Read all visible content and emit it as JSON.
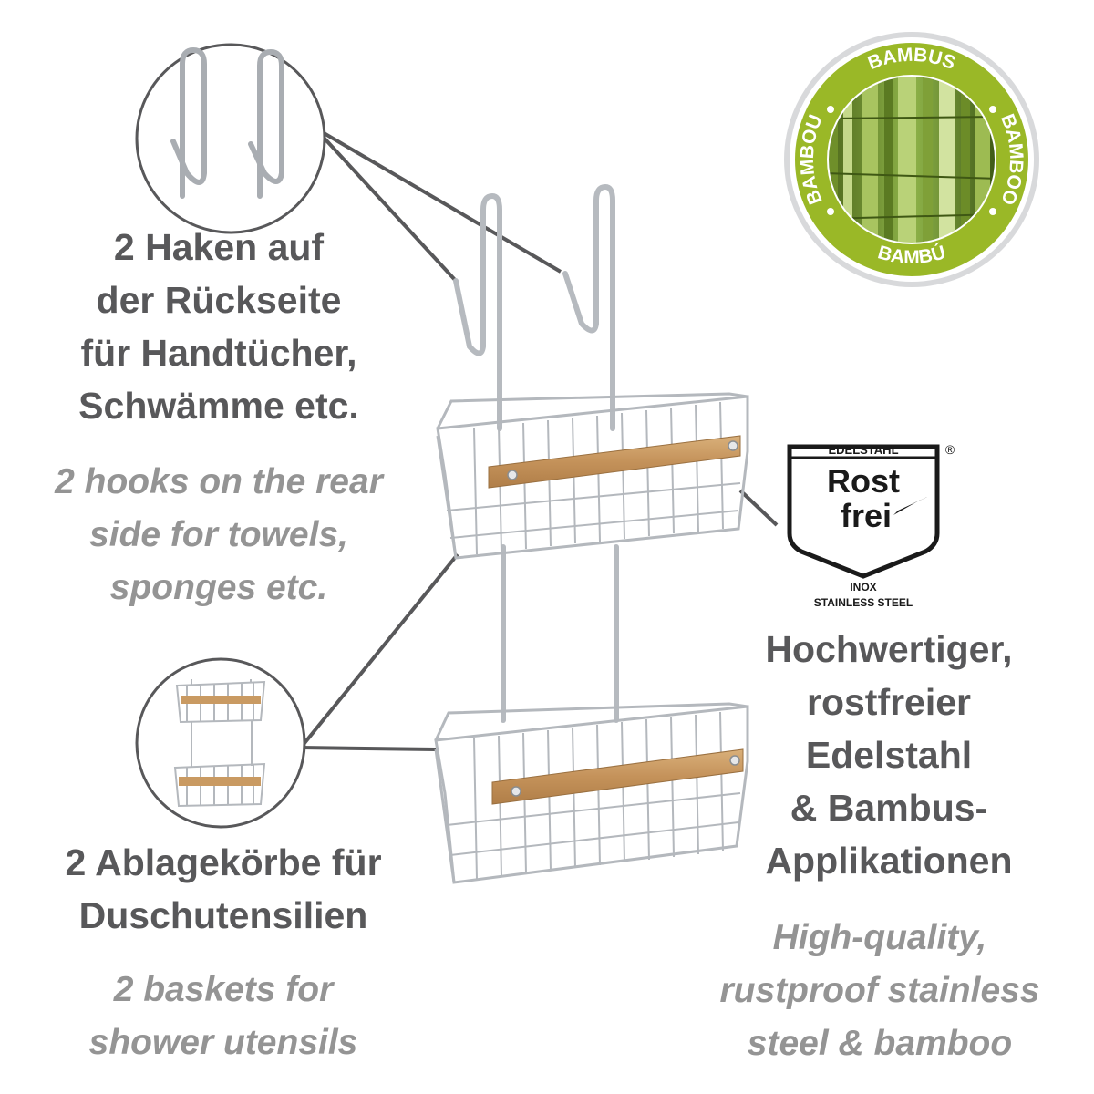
{
  "hooks": {
    "de_lines": [
      "2 Haken auf",
      "der Rückseite",
      "für Handtücher,",
      "Schwämme etc."
    ],
    "en_lines": [
      "2 hooks on the rear",
      "side for towels,",
      "sponges etc."
    ]
  },
  "baskets": {
    "de_lines": [
      "2 Ablagekörbe für",
      "Duschutensilien"
    ],
    "en_lines": [
      "2 baskets for",
      "shower utensils"
    ]
  },
  "material": {
    "de_lines": [
      "Hochwertiger,",
      "rostfreier",
      "Edelstahl",
      "& Bambus-",
      "Applikationen"
    ],
    "en_lines": [
      "High-quality,",
      "rustproof stainless",
      "steel & bamboo"
    ]
  },
  "bamboo_badge": {
    "top": "BAMBUS",
    "right": "BAMBOO",
    "bottom": "BAMBÚ",
    "left": "BAMBOU"
  },
  "rostfrei_badge": {
    "header": "EDELSTAHL",
    "registered": "®",
    "word1": "Rost",
    "word2": "frei",
    "line1": "INOX",
    "line2": "STAINLESS STEEL"
  },
  "colors": {
    "text_dark": "#58585a",
    "text_light": "#949494",
    "bamboo_green": "#9ab827",
    "chrome": "#b9bcc0",
    "bamboo_wood": "#c99a62"
  }
}
